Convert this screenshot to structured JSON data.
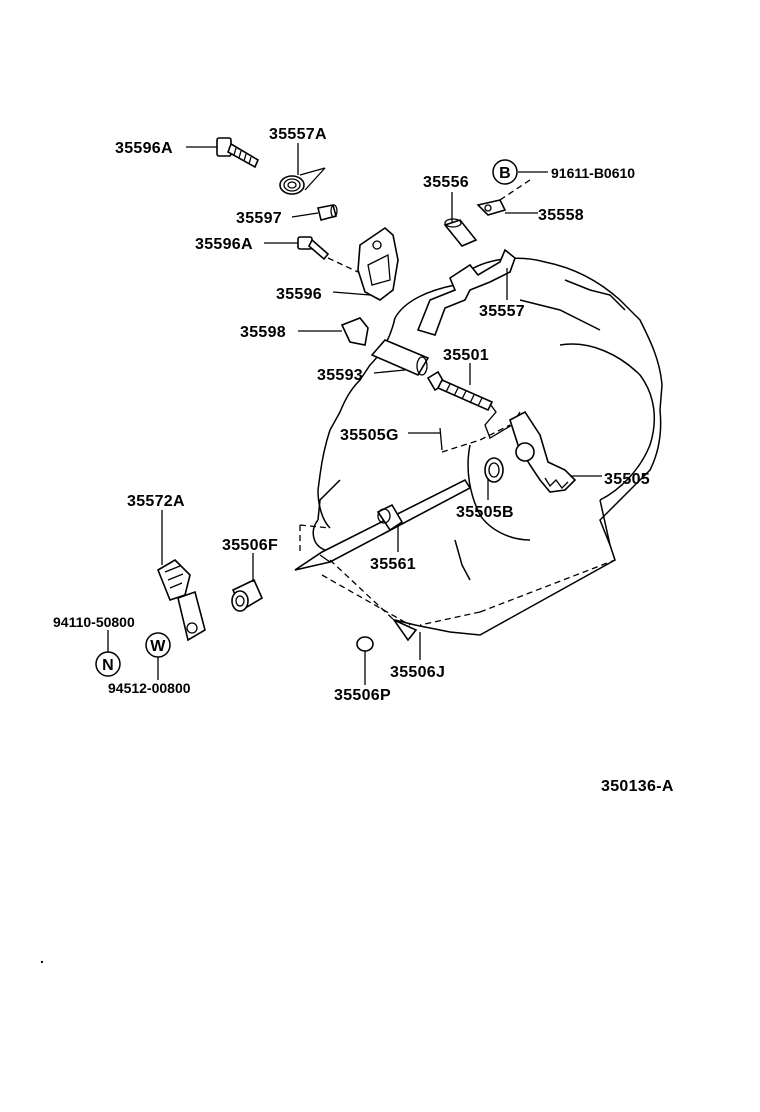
{
  "diagram_id": "350136-A",
  "callouts": {
    "p35596A_top": "35596A",
    "p35557A": "35557A",
    "p35597": "35597",
    "p35596A_mid": "35596A",
    "p35596": "35596",
    "p35598": "35598",
    "p35593": "35593",
    "p35556": "35556",
    "p91611": "91611-B0610",
    "p35558": "35558",
    "p35557": "35557",
    "p35501": "35501",
    "p35505G": "35505G",
    "p35505": "35505",
    "p35505B": "35505B",
    "p35572A": "35572A",
    "p35506F": "35506F",
    "p35561": "35561",
    "p94110": "94110-50800",
    "p94512": "94512-00800",
    "p35506J": "35506J",
    "p35506P": "35506P"
  },
  "symbols": {
    "b": "B",
    "n": "N",
    "w": "W"
  },
  "footer_dot": "."
}
